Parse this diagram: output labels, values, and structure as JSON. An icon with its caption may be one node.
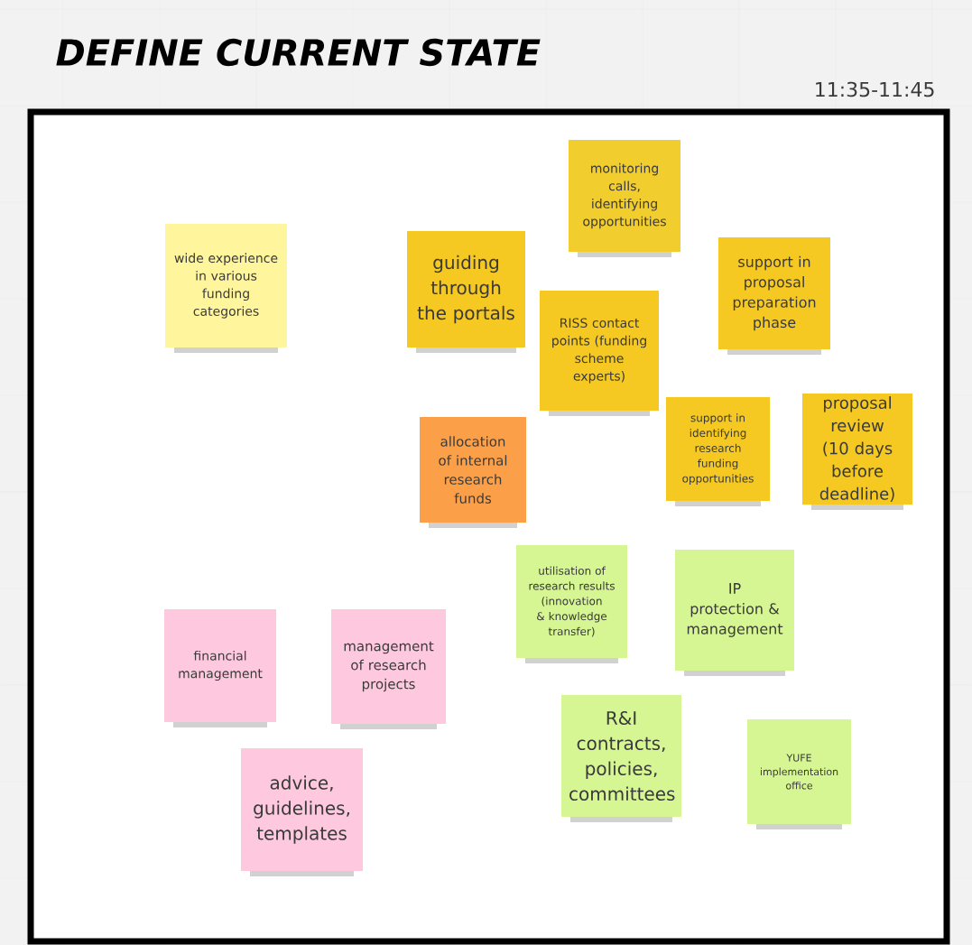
{
  "diagram": {
    "title": "DEFINE CURRENT STATE",
    "nodes": [
      {
        "text": [
          "monitoring calls, identifying opportunities"
        ]
      },
      {
        "text": [
          "wide experience in various funding categories"
        ]
      },
      {
        "text": [
          "guiding through the portals"
        ]
      },
      {
        "text": [
          "support in proposal preparation phase"
        ]
      },
      {
        "text": [
          "RISS contact points (funding scheme experts)"
        ]
      },
      {
        "text": [
          "proposal review (10 days before deadline)"
        ]
      },
      {
        "text": [
          "support in identifying research funding opportunities"
        ]
      },
      {
        "text": [
          "allocation of internal research funds"
        ]
      },
      {
        "text": [
          "utilisation of research results (innovation & knowledge transfer)"
        ]
      },
      {
        "text": [
          "IP protection & management"
        ]
      },
      {
        "text": [
          "financial management"
        ]
      },
      {
        "text": [
          "management of research projects"
        ]
      },
      {
        "text": [
          "R&I contracts, policies, committees"
        ]
      },
      {
        "text": [
          "YUFE implementation office"
        ]
      },
      {
        "text": [
          "advice, guidelines, templates"
        ]
      }
    ],
    "labels": [
      "11:35-11:45"
    ]
  }
}
